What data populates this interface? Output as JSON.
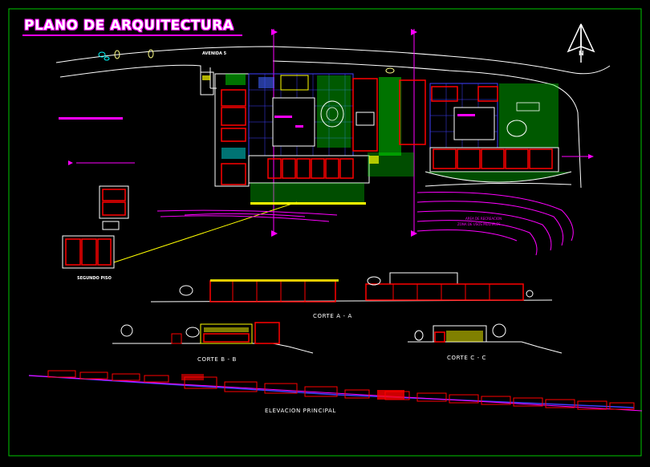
{
  "drawing": {
    "title": "PLANO DE ARQUITECTURA",
    "street_label": "AVENIDA 5",
    "second_floor_label": "SEGUNDO PISO",
    "area_note_line1": "AREA DE RECREACION",
    "area_note_line2": "ZONA DE USOS MULTIPLES",
    "north_label": "N",
    "sections": {
      "a": "CORTE A - A",
      "b": "CORTE B - B",
      "c": "CORTE C - C",
      "elevation": "ELEVACION PRINCIPAL"
    }
  },
  "colors": {
    "background": "#000000",
    "border": "#00c800",
    "walls": "#ff0000",
    "accent": "#ff00ff",
    "landscape": "#00ff00",
    "roads": "#ffffff",
    "highlight": "#ffff00"
  }
}
